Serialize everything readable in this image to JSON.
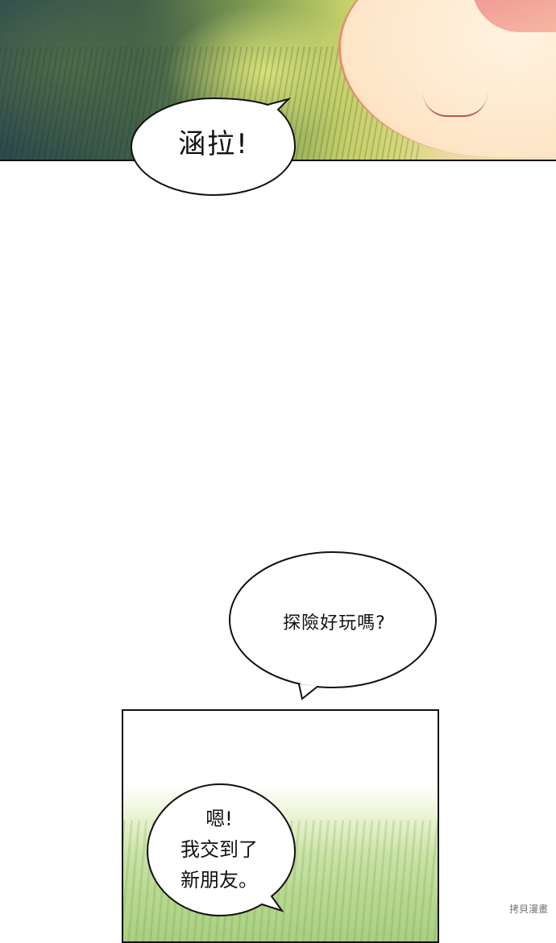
{
  "bubbles": {
    "first": "涵拉!",
    "second": "探險好玩嗎?",
    "third": "嗯!\n我交到了\n新朋友。"
  },
  "watermark": "拷貝漫畫",
  "colors": {
    "ink": "#111111",
    "grass": "#b8d98f",
    "skin": "#fde5c6"
  }
}
